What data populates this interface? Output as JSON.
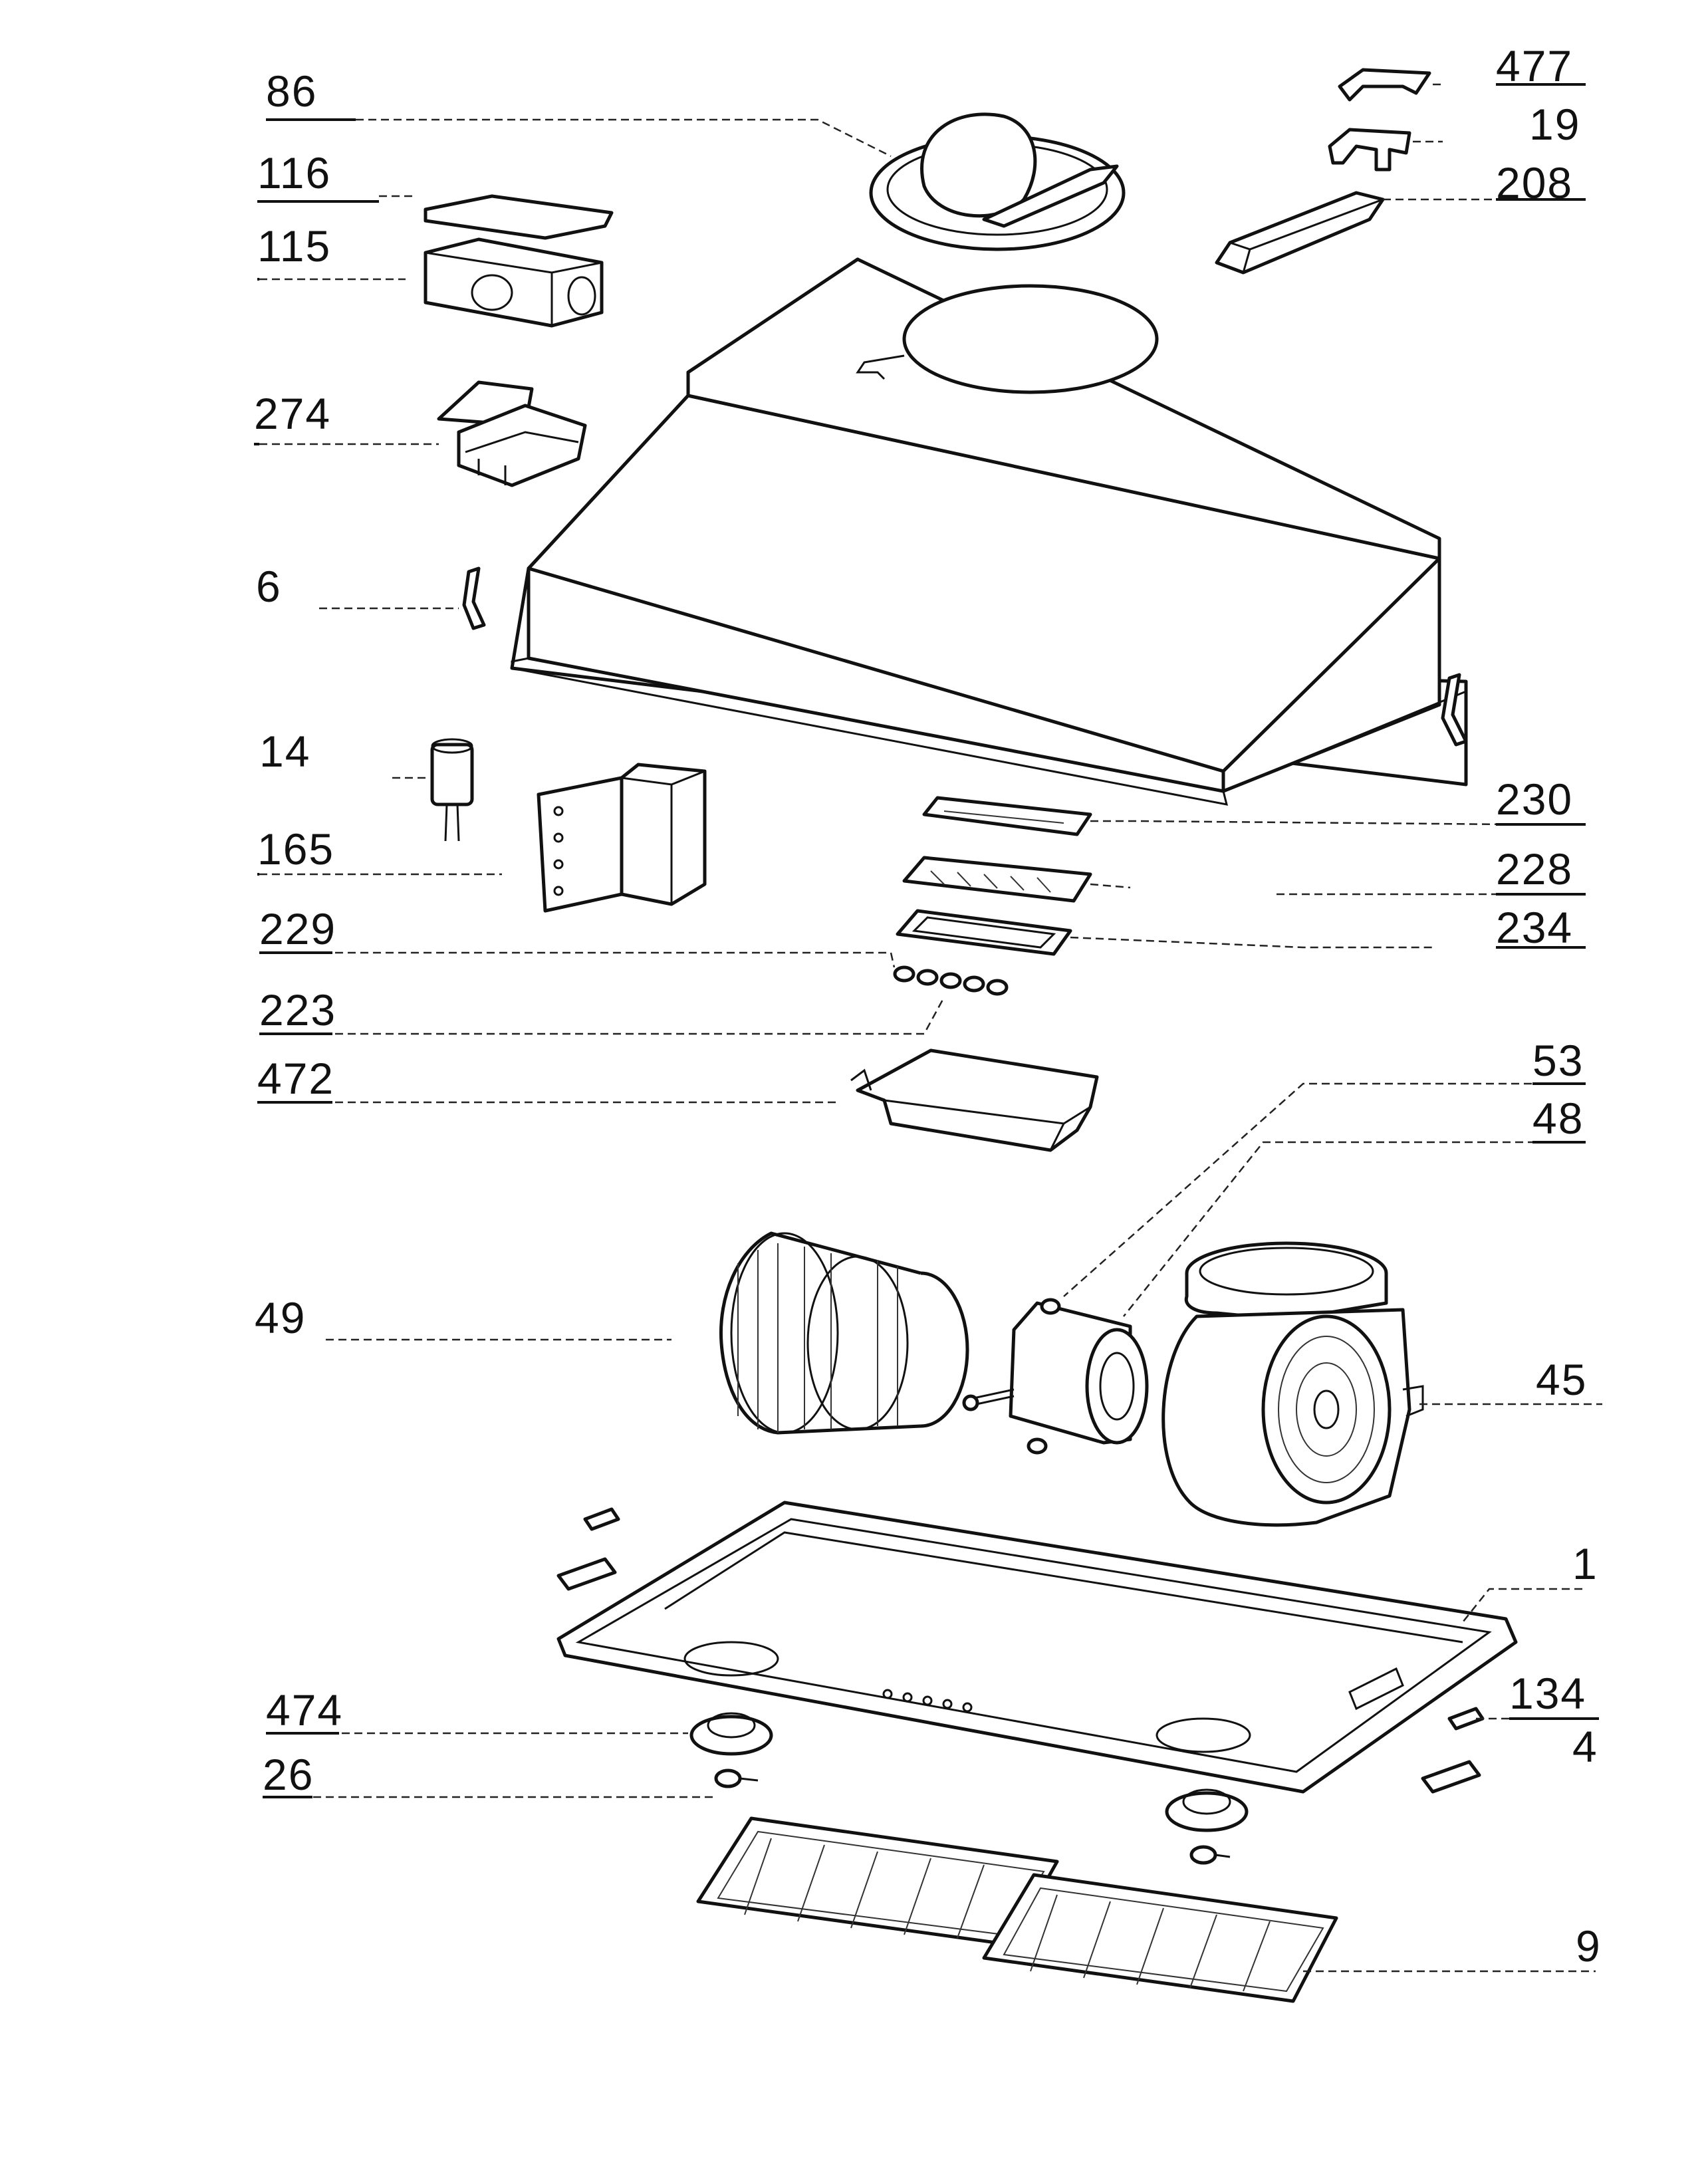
{
  "diagram": {
    "labels": {
      "p86": "86",
      "p116": "116",
      "p115": "115",
      "p274": "274",
      "p6": "6",
      "p14": "14",
      "p165": "165",
      "p229": "229",
      "p223": "223",
      "p472": "472",
      "p49": "49",
      "p474": "474",
      "p26": "26",
      "p477": "477",
      "p19": "19",
      "p208": "208",
      "p230": "230",
      "p228": "228",
      "p234": "234",
      "p53": "53",
      "p48": "48",
      "p45": "45",
      "p1": "1",
      "p134": "134",
      "p4": "4",
      "p9": "9"
    }
  }
}
